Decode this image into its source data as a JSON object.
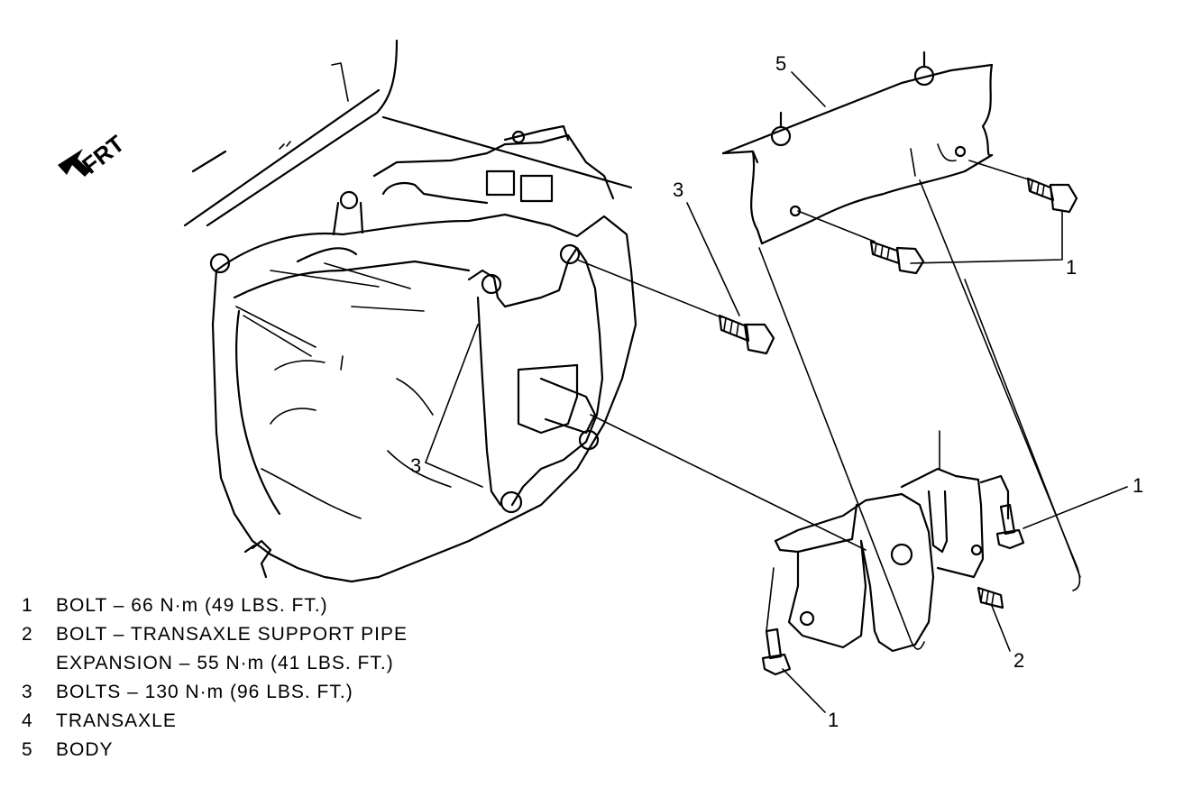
{
  "direction": {
    "label": "FRT"
  },
  "callouts": {
    "bolt_right_upper": "1",
    "bolt_right_lower": "1",
    "bolt_bottom": "1",
    "support_pipe_bolt": "2",
    "bolts_top": "3",
    "bolts_left": "3",
    "body": "5"
  },
  "legend": [
    {
      "num": "1",
      "lines": [
        "BOLT – 66 N·m (49 LBS. FT.)"
      ]
    },
    {
      "num": "2",
      "lines": [
        "BOLT – TRANSAXLE SUPPORT PIPE",
        "EXPANSION – 55 N·m (41 LBS. FT.)"
      ]
    },
    {
      "num": "3",
      "lines": [
        "BOLTS – 130 N·m (96 LBS. FT.)"
      ]
    },
    {
      "num": "4",
      "lines": [
        "TRANSAXLE"
      ]
    },
    {
      "num": "5",
      "lines": [
        "BODY"
      ]
    }
  ]
}
